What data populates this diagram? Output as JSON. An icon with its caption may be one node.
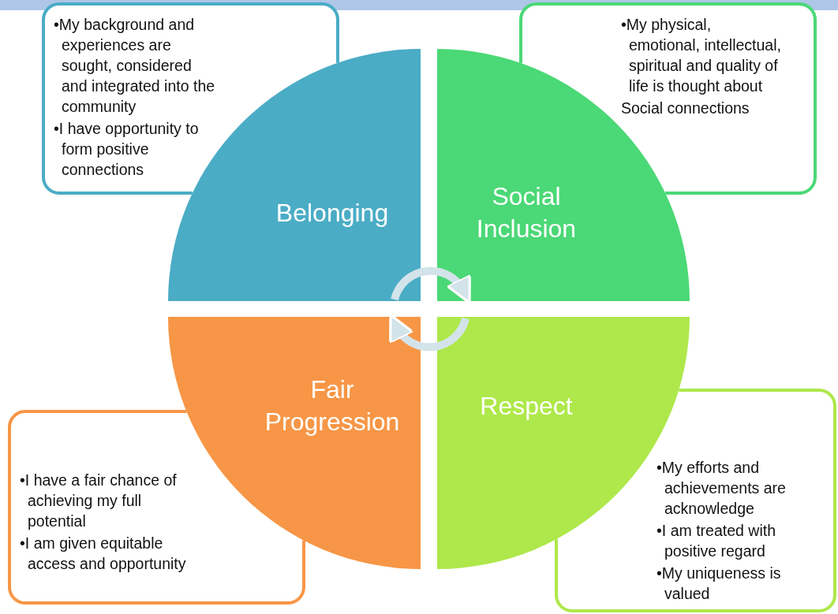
{
  "diagram": {
    "nodes": [
      {
        "text": [
          "•My background and experiences are sought, considered and integrated into the community",
          "•I have opportunity to form positive connections"
        ]
      },
      {
        "text": [
          "•My physical, emotional, intellectual, spiritual and quality of life is thought about",
          "Social connections"
        ]
      },
      {
        "text": [
          "Belonging"
        ]
      },
      {
        "text": [
          "Social Inclusion"
        ]
      },
      {
        "text": [
          "Fair Progression"
        ]
      },
      {
        "text": [
          "Respect"
        ]
      },
      {
        "text": [
          "•I have a fair chance of achieving my full potential",
          "•I am given equitable access and opportunity"
        ]
      },
      {
        "text": [
          "•My efforts and achievements are acknowledge",
          "•I am treated with positive regard",
          "•My uniqueness is valued"
        ]
      }
    ],
    "edges": [
      {
        "from": 2,
        "to": 3,
        "arrow": "to"
      },
      {
        "from": 5,
        "to": 4,
        "arrow": "to"
      }
    ]
  }
}
